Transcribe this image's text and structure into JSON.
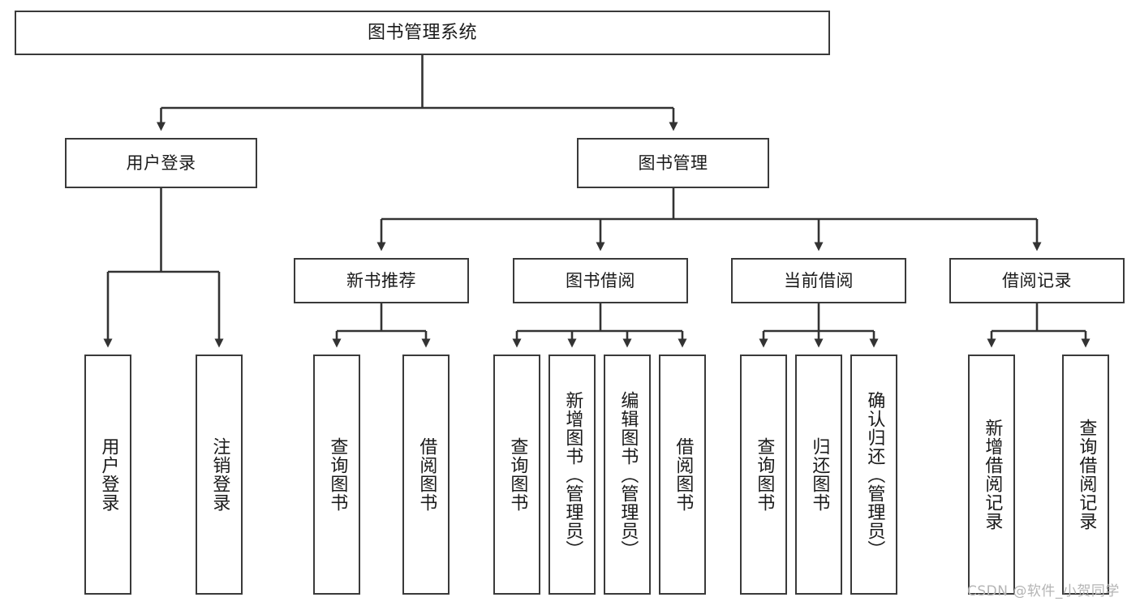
{
  "diagram": {
    "title": "图书管理系统",
    "type": "tree-hierarchy-diagram",
    "colors": {
      "box_border": "#3a3a3a",
      "box_fill": "#ffffff",
      "edge": "#333333",
      "text": "#1a1a1a",
      "watermark": "#b4b4b4",
      "background": "#ffffff"
    },
    "watermark": "CSDN @软件_小贺同学",
    "nodes": {
      "root": {
        "label": "图书管理系统"
      },
      "level2": [
        {
          "id": "user-login",
          "label": "用户登录"
        },
        {
          "id": "book-management",
          "label": "图书管理"
        }
      ],
      "level3": [
        {
          "id": "new-book-recommend",
          "label": "新书推荐"
        },
        {
          "id": "book-borrow",
          "label": "图书借阅"
        },
        {
          "id": "current-borrow",
          "label": "当前借阅"
        },
        {
          "id": "borrow-record",
          "label": "借阅记录"
        }
      ],
      "leaves": {
        "user-login": [
          {
            "id": "user-login-leaf",
            "label": "用户登录"
          },
          {
            "id": "logout-leaf",
            "label": "注销登录"
          }
        ],
        "new-book-recommend": [
          {
            "id": "query-book-1",
            "label": "查询图书"
          },
          {
            "id": "borrow-book-1",
            "label": "借阅图书"
          }
        ],
        "book-borrow": [
          {
            "id": "query-book-2",
            "label": "查询图书"
          },
          {
            "id": "add-book-admin",
            "label": "新增图书（管理员）"
          },
          {
            "id": "edit-book-admin",
            "label": "编辑图书（管理员）"
          },
          {
            "id": "borrow-book-2",
            "label": "借阅图书"
          }
        ],
        "current-borrow": [
          {
            "id": "query-book-3",
            "label": "查询图书"
          },
          {
            "id": "return-book",
            "label": "归还图书"
          },
          {
            "id": "confirm-return-admin",
            "label": "确认归还（管理员）"
          }
        ],
        "borrow-record": [
          {
            "id": "add-borrow-record",
            "label": "新增借阅记录"
          },
          {
            "id": "query-borrow-record",
            "label": "查询借阅记录"
          }
        ]
      }
    }
  }
}
